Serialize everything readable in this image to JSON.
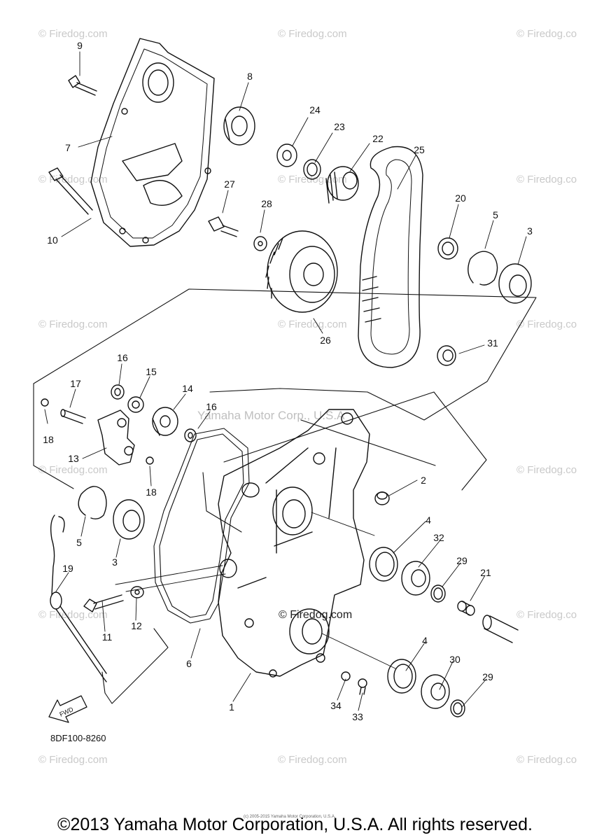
{
  "watermark_text": "© Firedog.com",
  "watermark_partial_right": "© Firedog.co",
  "center_watermark": "Yamaha Motor Corp., U.S.A",
  "mid_watermark": "© Firedog.com",
  "fwd_label": "FWD",
  "diagram_code": "8DF100-8260",
  "tiny_copyright": "(c) 2005-2015 Yamaha Motor Corporation, U.S.A.",
  "footer": "©2013 Yamaha Motor Corporation, U.S.A. All rights reserved.",
  "callouts": [
    "9",
    "8",
    "7",
    "24",
    "23",
    "22",
    "25",
    "27",
    "28",
    "10",
    "20",
    "5",
    "3",
    "26",
    "31",
    "16",
    "15",
    "17",
    "14",
    "16",
    "18",
    "13",
    "18",
    "2",
    "5",
    "3",
    "4",
    "32",
    "29",
    "19",
    "21",
    "11",
    "12",
    "6",
    "1",
    "4",
    "30",
    "29",
    "34",
    "33"
  ]
}
